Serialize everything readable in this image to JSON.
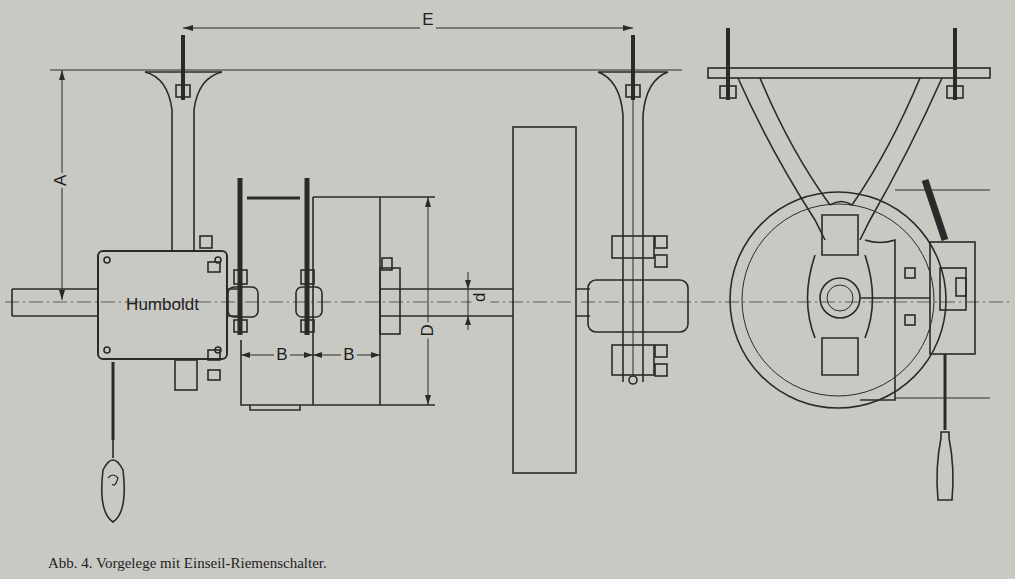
{
  "diagram": {
    "caption": "Abb. 4. Vorgelege mit Einseil-Riemenschalter.",
    "nodes": [
      {
        "text": [
          "Humboldt"
        ]
      }
    ],
    "labels": [
      "E",
      "A",
      "B",
      "B",
      "D",
      "d"
    ]
  }
}
